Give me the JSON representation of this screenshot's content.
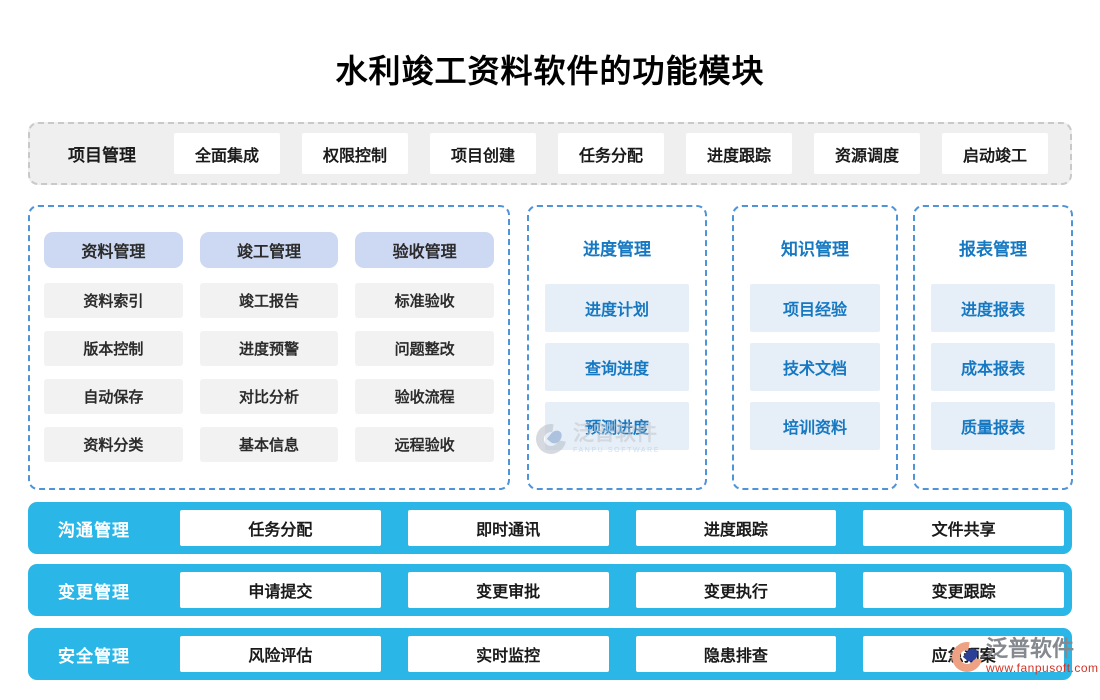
{
  "title": "水利竣工资料软件的功能模块",
  "project_bar": {
    "label": "项目管理",
    "items": [
      "全面集成",
      "权限控制",
      "项目创建",
      "任务分配",
      "进度跟踪",
      "资源调度",
      "启动竣工"
    ]
  },
  "left_panel": {
    "columns": [
      {
        "header": "资料管理",
        "items": [
          "资料索引",
          "版本控制",
          "自动保存",
          "资料分类"
        ]
      },
      {
        "header": "竣工管理",
        "items": [
          "竣工报告",
          "进度预警",
          "对比分析",
          "基本信息"
        ]
      },
      {
        "header": "验收管理",
        "items": [
          "标准验收",
          "问题整改",
          "验收流程",
          "远程验收"
        ]
      }
    ]
  },
  "side_panels": [
    {
      "header": "进度管理",
      "items": [
        "进度计划",
        "查询进度",
        "预测进度"
      ]
    },
    {
      "header": "知识管理",
      "items": [
        "项目经验",
        "技术文档",
        "培训资料"
      ]
    },
    {
      "header": "报表管理",
      "items": [
        "进度报表",
        "成本报表",
        "质量报表"
      ]
    }
  ],
  "bottom_bars": [
    {
      "label": "沟通管理",
      "items": [
        "任务分配",
        "即时通讯",
        "进度跟踪",
        "文件共享"
      ]
    },
    {
      "label": "变更管理",
      "items": [
        "申请提交",
        "变更审批",
        "变更执行",
        "变更跟踪"
      ]
    },
    {
      "label": "安全管理",
      "items": [
        "风险评估",
        "实时监控",
        "隐患排查",
        "应急预案"
      ]
    }
  ],
  "watermarks": {
    "center": {
      "brand": "泛普软件",
      "subtitle": "FANPU SOFTWARE"
    },
    "bottom_right": {
      "brand": "泛普软件",
      "url": "www.fanpusoft.com"
    }
  },
  "colors": {
    "panel_border_blue": "#4f94d8",
    "module_text_blue": "#1778c2",
    "header_lavender": "#cdd8f2",
    "item_gray": "#f2f2f2",
    "item_light_blue": "#e6eff8",
    "bar_cyan": "#2ab7e8",
    "watermark_url_red": "#cf3527"
  }
}
